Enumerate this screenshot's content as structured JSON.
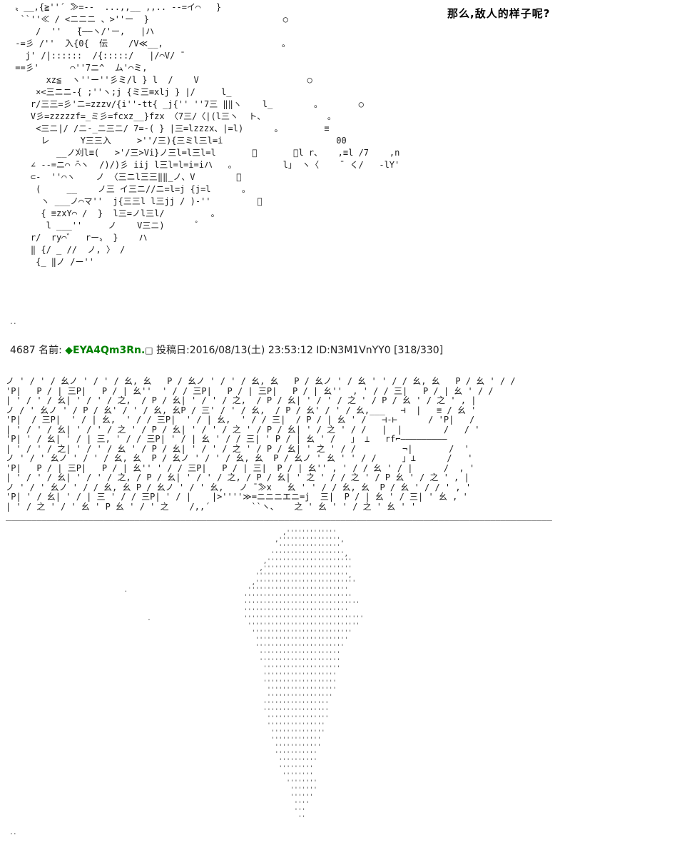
{
  "page": {
    "background": "#ffffff",
    "tripcode_color": "#008000"
  },
  "speech": {
    "text": "那么,敌人的样子呢?"
  },
  "separators": {
    "top": "..",
    "bottom": ".."
  },
  "post_header": {
    "number": "4687",
    "name_label": "名前:",
    "tripcode": "◆EYA4Qm3Rn.",
    "glyph": "□",
    "date": "投稿日:2016/08/13(土) 23:53:12",
    "id": "ID:N3M1VnYY0",
    "count": "[318/330]"
  },
  "aa_top": {
    "lines": [
      " 〟__,{≧''´ ̄≫=‐-  ...,,__ ,,.. -‐=イ⌒   }",
      "  ``''≪ / <ニニニ 、>''ー  }                          ○",
      "     /  ''   ̄{――ヽ/'ー,   |ハ",
      " ‐=彡 /''  ̄入{0{  伝    /V≪__,                       。",
      "   j' /|::::::  /{:::::/   |/⌒V/ ̄",
      " ==彡'      ⌒''7ニ^  ム'⌒ミ,",
      "       xz≦  ヽ''ー''彡ミ/l } l  /    V                     ○",
      "     ×<三ニニ‐{ ;''ヽ;j {ミ三≡xlj } |/     l_",
      "    r/三三=彡'ニ=zzzv/{i''‐tt{ _j{'' ''7三 ‖‖ヽ    l_        。       ○",
      "    V彡=zzzzzf=_ミ彡=fcxz__}fzx 〈7三/〈|(l三ヽ  ト、            。",
      "     <三ニ|/ /ニ‐_ニ三ニ/ 7=‐( } |三=lzzzx、|=l)      。        ≡",
      "      レ      Y三三入     >''/三){三ミl三l=i                      00",
      "         __ノ刈l≡(   >'/三>Vi}ノ三l=l三l=l       ゚       「l r、   ,≡l /7    ,n",
      "    ∠ --=ニ⌒ ̄⌒ヽ  /)/)彡 iij l三l=l=i=iハ   。         l」 ヽ〈    ̄  く/   ‐lY'",
      "    ⊂‐  ''⌒ヽ    ノ 〈三ニl三三‖‖_ノ、V        ゚",
      "     (     __    ノ三 イ三ニ//ニ=l=j {j=l      。",
      "      ヽ ___ノ⌒マ''  j{三三l l三jj / )‐''         ゚",
      "      { ≡zxY⌒ /  }  l三=ノl三l/         。",
      "       l ___''     ノ    V三ニ)       ゚",
      "    r/  ry⌒゛  rー〟 }    ハ",
      "    ‖ {/ _ //  ノ, 〉 /",
      "     {_ ‖ノ /ー''",
      ""
    ]
  },
  "aa_rain": {
    "lines": [
      "ノ ' / ' / 幺ノ ' / ' / 幺, 幺   P / 幺ノ ' / ' / 幺, 幺   P / 幺ノ ' / 幺 ' ' / / 幺, 幺   P / 幺 ' / /",
      "'P|   P / | 三P|   P / | 幺''  ' / / 三P|   P / | 三P|   P / | 幺''  , ' / / 三|   P / | 幺 ' / /",
      "| ' / ' / 幺| ' / ' / 之,  / P / 幺| ' / ' / 之,  / P / 幺| ' / ' / 之 ' / P / 幺 ' / 之 ' , |",
      "ノ / ' 幺ノ ' / P / 幺' / ' / 幺, 幺P / 三' / ' / 幺,  / P / 幺' / ' / 幺,___   ⊣  |   ≡ / 幺 '",
      "'P|  / 三P|  ' / | 幺,  ' / / 三P|  ' / | 幺,  ' / / 三|  / P / | 幺 ' /   ⊣‐⊢      / 'P|   /",
      "| ' / ' / 幺| ' / ' / 之 ' / P / 幺| ' / ' / 之 ' / P / 幺| ' / 之 ' / /   |  |        /   / '",
      "'P| ' / 幺| ' / | 三, ' / / 三P| ' / | 幺 ' / / 三| ' P / | 幺 ' /   」 ⊥   rf⌐―――――――――",
      "| ' / ' / 之| ' / ' / 幺 ' / P / 幺| ' / ' / 之 ' / P / 幺| ' 之 ' / /         ¬|       /  '",
      "ノ ' / ' 幺ノ ' / ' / 幺, 幺  P / 幺ノ ' / ' / 幺, 幺  P / 幺ノ ' 幺 ' ' / /     」⊥      /   '",
      "'P|   P / | 三P|   P / | 幺'' ' / / 三P|   P / | 三|  P / | 幺'' , ' / / 幺 ' / |      /  , '",
      "| ' / ' / 幺| ' / ' / 之, / P / 幺| ' / ' / 之, / P / 幺| ' 之 ' / / 之 ' / P 幺 ' / 之 ' , |",
      "ノ ' / ' 幺ノ ' / / 幺, 幺 P / 幺ノ ' / ' 幺,   ノ ̄ ̄≫x   幺 ' ' / / 幺, 幺  P / 幺 ' / / ' , '",
      "'P| ' / 幺| ' / | 三 ' / / 三P| ' / |    |>''''≫=ニニニエニ=j  三|  P / | 幺 ' / 三| ' 幺 , '",
      "| ' / 之 ' / ' 幺 ' P 幺 ' / ' 之    /,,´        ``ヽ、   之 ' 幺 ' ' / 之 ' 幺 ' '",
      "__________________________________________________________________________________________________________"
    ]
  },
  "aa_figure": {
    "lines": [
      "                                                              ,'''''''''''''",
      "                                                            ,'''''''''''''''',",
      "                                                             ''''''''''''''''",
      "                                                           ''''''''''''''''''',",
      "                                                         ,''''''''''''''''''''''",
      "                                                        ,'''''''''''''''''''''''",
      "                                                       '''''''''''''''''''''''',",
      "                                                      ,''''''''''''''''''''''''''",
      "                     .                               ''''''''''''''''''''''''''",
      "                                                    ''''''''''''''''''''''''''''",
      "                                                    ''''''''''''''''''''''''''''''",
      "                                                    '''''''''''''''''''''''''''",
      "                           .                        '''''''''''''''''''''''''''''''",
      "                                                     '''''''''''''''''''''''''''''",
      "                                                      ''''''''''''''''''''''''''",
      "                                                       ''''''''''''''''''''''''",
      "                                                       '''''''''''''''''''''''",
      "                                                        '''''''''''''''''''''",
      "                                                        '''''''''''''''''''''",
      "                                                         ''''''''''''''''''''",
      "                                                         '''''''''''''''''''",
      "                                                         '''''''''''''''''''",
      "                                                          ''''''''''''''''''",
      "                                                          '''''''''''''''''",
      "                                                         '''''''''''''''''",
      "                                                         '''''''''''''''''",
      "                                                          ''''''''''''''''",
      "                                                          '''''''''''''''",
      "                                                           ''''''''''''''",
      "                                                           '''''''''''''",
      "                                                            ''''''''''''",
      "                                                            '''''''''''",
      "                                                             ''''''''''",
      "                                                             '''''''''",
      "                                                              ''''''''",
      "                                                               ''''''''",
      "                                                                '''''''",
      "                                                                ''''''",
      "                                                                 ''''",
      "                                                                 '''",
      "                                                                  ''"
    ]
  }
}
